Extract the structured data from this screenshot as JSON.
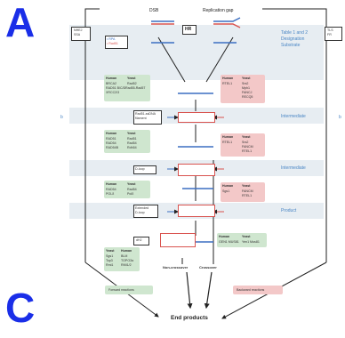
{
  "panel_letters": {
    "a": "A",
    "c": "C"
  },
  "top": {
    "dsb": "DSB",
    "gap": "Replication gap",
    "hr": "HR",
    "left_box": [
      "NHEJ",
      "SSA"
    ],
    "right_box": [
      "TLS",
      "FR"
    ],
    "legend": [
      "• RPA",
      "• Rad51"
    ]
  },
  "bands": {
    "substrate": [
      "Table 1 and 2",
      "Designation",
      "Substrate"
    ],
    "intermediate1": "Intermediate",
    "intermediate2": "Intermediate",
    "product": "Product",
    "b_left": "b",
    "b_right": "b"
  },
  "boxes": {
    "rad51": [
      "Rad51-ssDNA",
      "filament"
    ],
    "dloop": "D-loop",
    "extended": [
      "Extended",
      "D-loop"
    ],
    "dhj": "dHJ"
  },
  "green_tables": [
    {
      "header": [
        "Human",
        "Yeast"
      ],
      "rows": [
        [
          "BRCA2",
          "Rad52"
        ],
        [
          "RAD51 B/C/D",
          "Rad55-Rad57"
        ],
        [
          "XRCC2/3",
          ""
        ]
      ]
    },
    {
      "header": [
        "Human",
        "Yeast"
      ],
      "rows": [
        [
          "RAD51",
          "Rad51"
        ],
        [
          "RAD54",
          "Rad54"
        ],
        [
          "RAD54B",
          "Rdh54"
        ]
      ]
    },
    {
      "header": [
        "Human",
        "Yeast"
      ],
      "rows": [
        [
          "RAD54",
          "Rad54"
        ],
        [
          "POLδ",
          "Polδ"
        ]
      ]
    },
    {
      "header": [
        "Yeast",
        "Human"
      ],
      "rows": [
        [
          "Sgs1",
          "BLM"
        ],
        [
          "Top3",
          "TOPO3α"
        ],
        [
          "Rmi1",
          "RMI1/2"
        ]
      ]
    }
  ],
  "pink_tables": [
    {
      "header": [
        "Human",
        "Yeast"
      ],
      "rows": [
        [
          "RTEL1",
          "Srs2"
        ],
        [
          "",
          "Mph1"
        ],
        [
          "",
          "FANCJ"
        ],
        [
          "",
          "RECQ5"
        ]
      ]
    },
    {
      "header": [
        "Human",
        "Yeast"
      ],
      "rows": [
        [
          "RTEL1",
          "Srs2"
        ],
        [
          "",
          "FANCM"
        ],
        [
          "",
          "RTEL1"
        ]
      ]
    },
    {
      "header": [
        "Human",
        "Yeast"
      ],
      "rows": [
        [
          "Sgs1",
          "FANCM"
        ],
        [
          "",
          "RTEL1"
        ]
      ]
    }
  ],
  "resolvase": {
    "header": [
      "Human",
      "Yeast"
    ],
    "row": [
      "GEN1 MUS81",
      "Yen1 Mus81"
    ]
  },
  "outcomes": {
    "nco": "Non-crossover",
    "co": "Crossover"
  },
  "legend_bottom": {
    "forward": "Forward reactions",
    "backward": "Backward reactions"
  },
  "end": "End products",
  "colors": {
    "panel": "#1a2ee8",
    "band": "#e7edf2",
    "green": "#cfe6cf",
    "pink": "#f3c8c8",
    "accent_blue": "#4a86c5"
  }
}
